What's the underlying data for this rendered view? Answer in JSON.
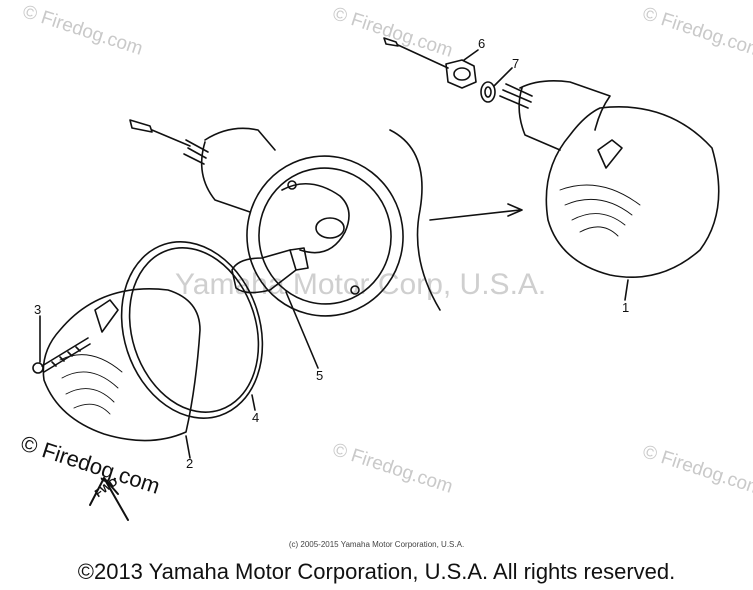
{
  "watermarks": {
    "top_left": "© Firedog.com",
    "top_center": "© Firedog.com",
    "top_right": "© Firedog.com",
    "bottom_left": "© Firedog.com",
    "bottom_center": "© Firedog.com",
    "bottom_right": "© Firedog.com",
    "center": "Yamaha Motor Corp, U.S.A."
  },
  "callouts": {
    "part1": "1",
    "part2": "2",
    "part3": "3",
    "part4": "4",
    "part5": "5",
    "part6": "6",
    "part7": "7"
  },
  "fwd_label": "FWD",
  "small_credit": "(c) 2005-2015 Yamaha Motor Corporation, U.S.A.",
  "footer": "©2013 Yamaha Motor Corporation, U.S.A. All rights reserved.",
  "colors": {
    "line": "#111111",
    "watermark": "#c9c9c9",
    "background": "#ffffff"
  }
}
